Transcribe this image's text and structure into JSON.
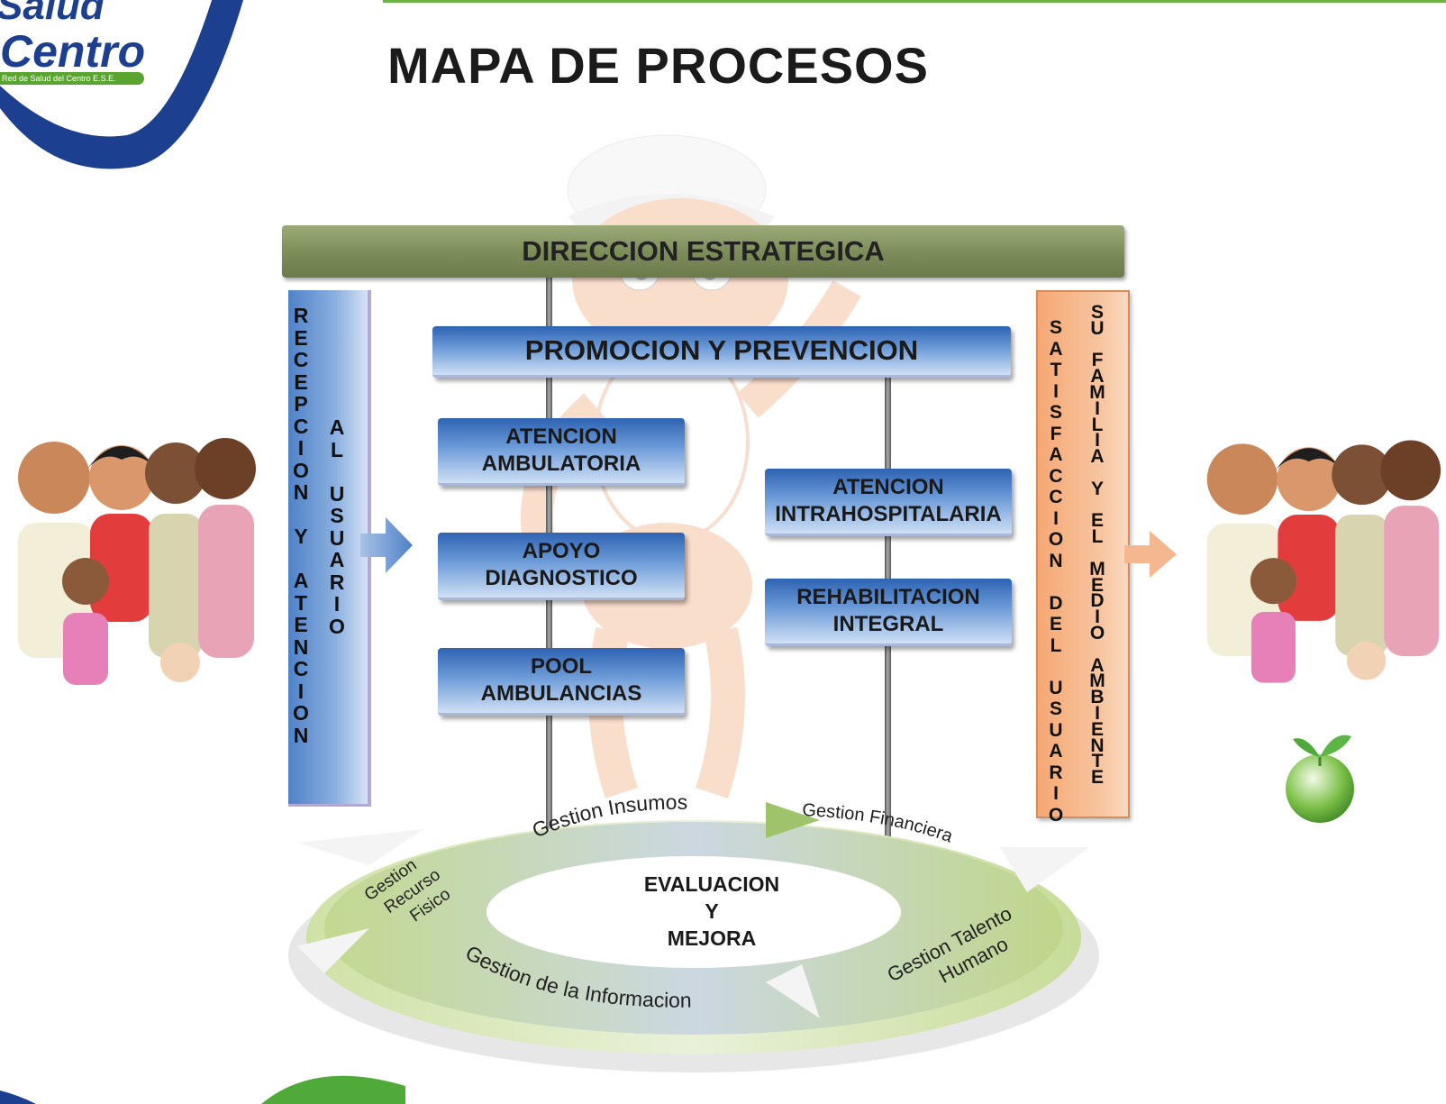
{
  "logo": {
    "line1": "Salud",
    "line2": "Centro",
    "subtitle": "Red de Salud del Centro E.S.E."
  },
  "title": "MAPA DE PROCESOS",
  "strategic": "DIRECCION ESTRATEGICA",
  "input_column": {
    "col1": "RECEPCION Y ATENCION",
    "col2": "AL USUARIO"
  },
  "output_column": {
    "col1": "SATISFACCION DEL USUARIO",
    "col2": "SU FAMILIA Y EL MEDIO AMBIENTE"
  },
  "mission": {
    "top": "PROMOCION Y PREVENCION",
    "left": [
      {
        "line1": "ATENCION",
        "line2": "AMBULATORIA"
      },
      {
        "line1": "APOYO",
        "line2": "DIAGNOSTICO"
      },
      {
        "line1": "POOL",
        "line2": "AMBULANCIAS"
      }
    ],
    "right": [
      {
        "line1": "ATENCION",
        "line2": "INTRAHOSPITALARIA"
      },
      {
        "line1": "REHABILITACION",
        "line2": "INTEGRAL"
      }
    ]
  },
  "support": {
    "center": {
      "line1": "EVALUACION",
      "line2": "Y",
      "line3": "MEJORA"
    },
    "insumos": "Gestion Insumos",
    "financiera": "Gestion Financiera",
    "talento": {
      "line1": "Gestion Talento",
      "line2": "Humano"
    },
    "informacion": "Gestion de la Informacion",
    "fisico": {
      "line1": "Gestion",
      "line2": "Recurso",
      "line3": "Fisico"
    }
  },
  "colors": {
    "strategic": "#7c8c59",
    "mission_blue": "#2d63b3",
    "input_blue": "#4f82c8",
    "output_orange": "#f7a874",
    "cycle_green": "#c9dd9c",
    "logo_blue": "#1d3f8f",
    "logo_green": "#5aa531"
  }
}
